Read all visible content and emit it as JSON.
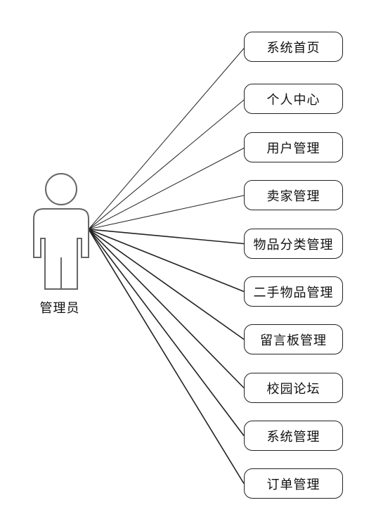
{
  "actor": {
    "label": "管理员",
    "icon": "person-icon"
  },
  "use_cases": [
    {
      "label": "系统首页"
    },
    {
      "label": "个人中心"
    },
    {
      "label": "用户管理"
    },
    {
      "label": "卖家管理"
    },
    {
      "label": "物品分类管理"
    },
    {
      "label": "二手物品管理"
    },
    {
      "label": "留言板管理"
    },
    {
      "label": "校园论坛"
    },
    {
      "label": "系统管理"
    },
    {
      "label": "订单管理"
    }
  ],
  "colors": {
    "line": "#222222",
    "actor_stroke": "#666666"
  }
}
